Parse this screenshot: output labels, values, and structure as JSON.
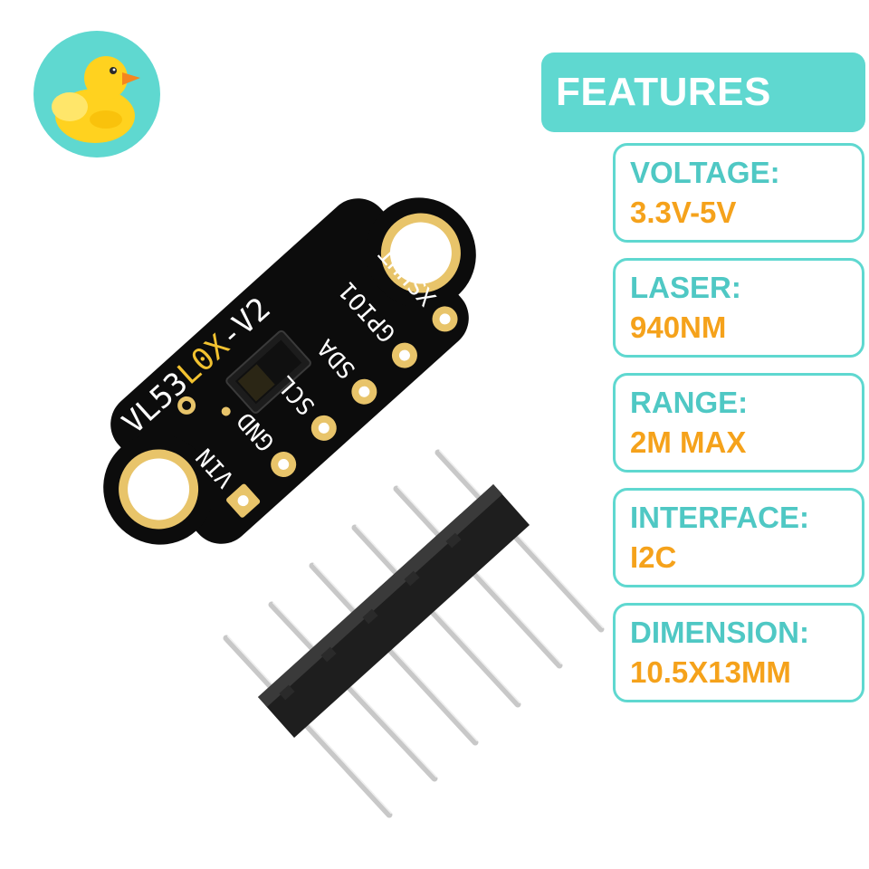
{
  "features": {
    "title": "FEATURES",
    "items": [
      {
        "label": "VOLTAGE:",
        "value": "3.3V-5V"
      },
      {
        "label": "LASER:",
        "value": "940NM"
      },
      {
        "label": "RANGE:",
        "value": "2M MAX"
      },
      {
        "label": "INTERFACE:",
        "value": "I2C"
      },
      {
        "label": "DIMENSION:",
        "value": "10.5X13MM"
      }
    ]
  },
  "board": {
    "name_prefix": "VL53",
    "name_highlight": "L0X",
    "name_suffix": "-V2",
    "pins": [
      "VIN",
      "GND",
      "SCL",
      "SDA",
      "GPIO1",
      "XSHUT"
    ]
  },
  "colors": {
    "accent": "#5fd8d0",
    "label": "#4fc8c4",
    "value": "#f5a21b",
    "pcb": "#0c0c0c",
    "gold": "#e8c46a"
  },
  "icons": {
    "logo": "rubber-duck-icon"
  }
}
